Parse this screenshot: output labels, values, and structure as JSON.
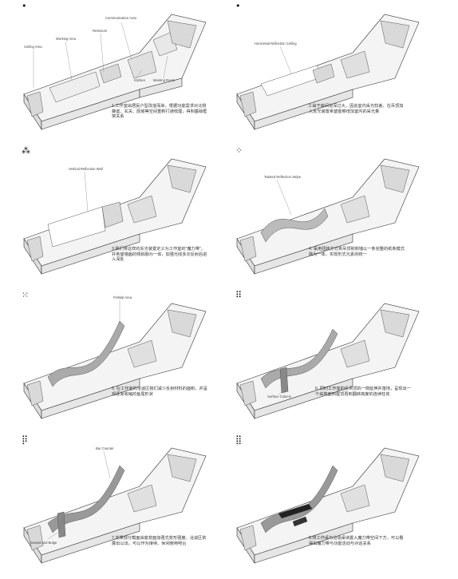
{
  "panels": [
    {
      "marker": "•",
      "caption": "1.工作室由居民户型改造而来，根据功能需求对北侧静室、玄关、厨房等空间重新打通梳理，得到基础框架关系",
      "labels": {
        "ceiling": "Ceiling Area",
        "working": "Working Area",
        "restroom": "Restroom",
        "comm": "Communication Area",
        "kitchen": "Kitchen",
        "meeting": "Meeting Room"
      }
    },
    {
      "marker": "•",
      "caption": "2.由于房间进深过大，因此室内采光较差，在吊顶加入反光装置希望能够增加室内的采光量",
      "labels": {
        "main": "Horizontal Reflection Ceiling"
      }
    },
    {
      "marker": "⁂",
      "caption": "3.我们将这样的反光装置定义为工作室的\"魔力带\"，并希望墙面的倾斜融为一体，加强光线多次反射后进入深处",
      "labels": {
        "main": "Vertical Reflection Wall"
      }
    },
    {
      "marker": "⁘",
      "caption": "4. 采用扭转方式将吊顶和侧墙以一条完整的纸条模式融为一体，实现形式元素的统一",
      "labels": {
        "main": "Twisted Reflection Stripe"
      }
    },
    {
      "marker": "⁙",
      "caption": "5. 在工作室的洽谈区我们减少反射材料的面积，并呈现逐渐收缩的鱼尾形状",
      "labels": {
        "main": "Fishtail Area"
      }
    },
    {
      "marker": "⠿",
      "caption": "6. 同时工作室的反吊顶的一侧延伸并落地，呈现出一个由地面到屋顶再到翻转高度的连续柱体",
      "labels": {
        "main": "Surface Column"
      }
    },
    {
      "marker": "⡿",
      "caption": "7.支撑部分截面由底变面加强式变形强度，洽谈区依展出以出，可以作为接待、休闲使用吧台",
      "labels": {
        "main": "Bar Counter",
        "second": "Seated and Bulge"
      }
    },
    {
      "marker": "⣿",
      "caption": "8.将工作桌与洽谈桌纳置入魔力带空间下方，可以看得出魔力带与功能活动与对话关系",
      "labels": {}
    }
  ]
}
